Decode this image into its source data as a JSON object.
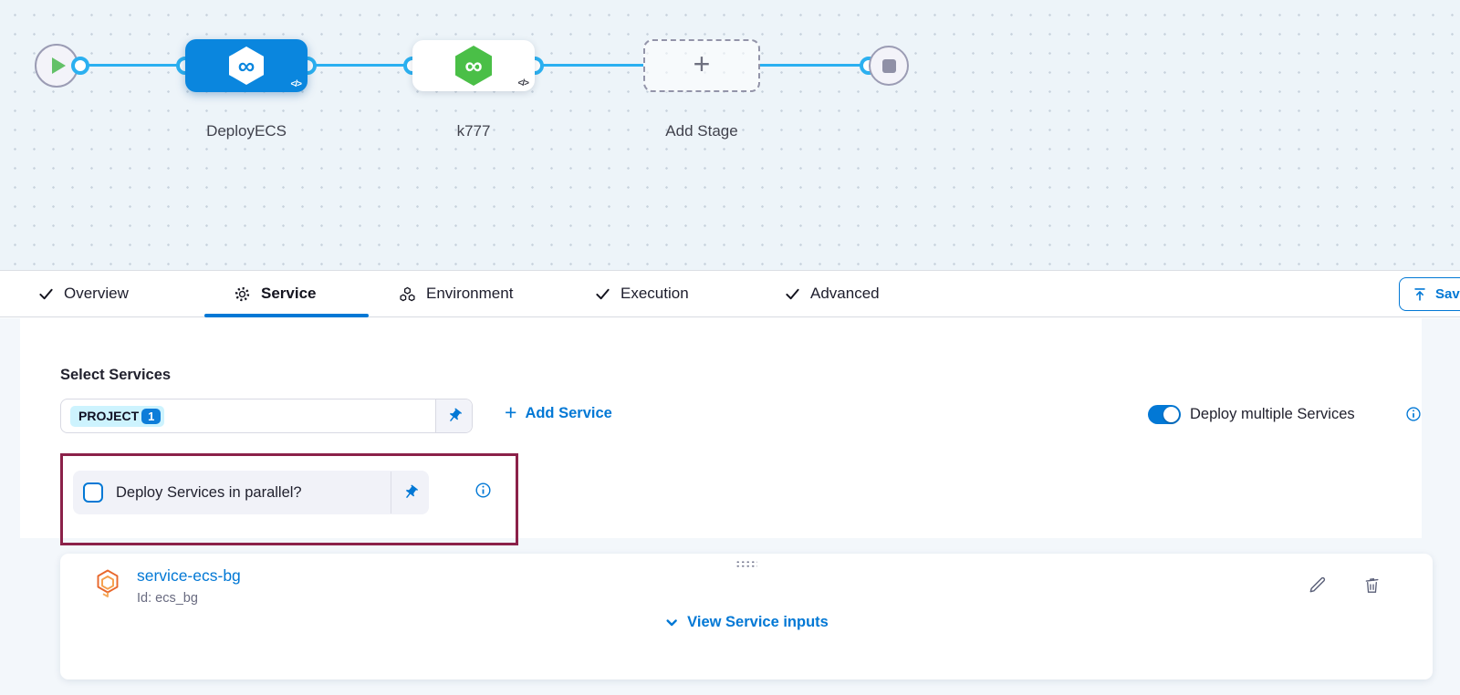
{
  "pipeline": {
    "stage1_label": "DeployECS",
    "stage2_label": "k777",
    "add_stage_label": "Add Stage"
  },
  "icons_glyphs": {
    "infinity": "∞",
    "code_badge": "</>",
    "plus": "+"
  },
  "tabs": {
    "overview": "Overview",
    "service": "Service",
    "environment": "Environment",
    "execution": "Execution",
    "advanced": "Advanced",
    "active_tab": "Service"
  },
  "toolbar": {
    "save_label": "Save"
  },
  "services_section": {
    "label": "Select Services",
    "tag_text": "PROJECT",
    "tag_count": "1",
    "add_service_label": "Add Service",
    "deploy_multiple_label": "Deploy multiple Services",
    "deploy_multiple_enabled": true,
    "parallel_label": "Deploy Services in parallel?",
    "parallel_checked": false
  },
  "service_card": {
    "name": "service-ecs-bg",
    "id_text": "Id: ecs_bg",
    "view_inputs_label": "View Service inputs"
  },
  "colors": {
    "accent_blue": "#0278d5",
    "connector_blue": "#2bb0f0",
    "stage_blue": "#0a86de",
    "stage_green": "#4abf47",
    "play_green": "#63c168",
    "annotation_red": "#8b2149",
    "canvas_bg": "#edf4f9",
    "tag_bg": "#cdf3fe"
  }
}
